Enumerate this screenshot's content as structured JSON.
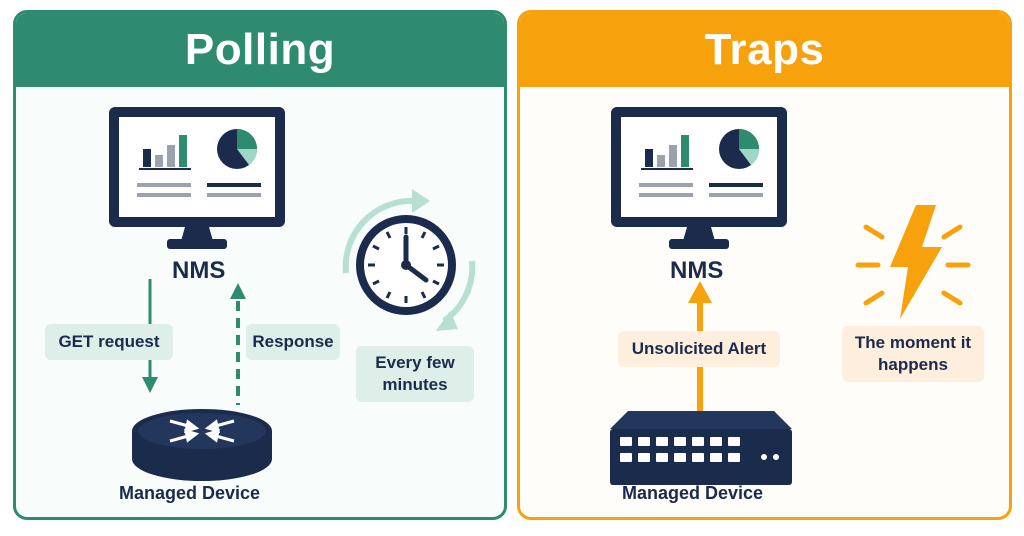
{
  "polling": {
    "title": "Polling",
    "nms_label": "NMS",
    "get_request_label": "GET request",
    "response_label": "Response",
    "interval_label": "Every few minutes",
    "device_label": "Managed Device"
  },
  "traps": {
    "title": "Traps",
    "nms_label": "NMS",
    "alert_label": "Unsolicited Alert",
    "moment_label": "The moment it happens",
    "device_label": "Managed Device"
  },
  "colors": {
    "polling_accent": "#2e8b70",
    "traps_accent": "#f7a10d",
    "navy": "#1a2b4c",
    "pill_green": "#deefea",
    "pill_orange": "#fdeedd"
  },
  "icons": {
    "polling_nms": "computer-monitor-icon",
    "polling_clock": "clock-cycle-icon",
    "polling_device": "router-icon",
    "traps_nms": "computer-monitor-icon",
    "traps_lightning": "lightning-bolt-icon",
    "traps_device": "network-switch-icon"
  }
}
